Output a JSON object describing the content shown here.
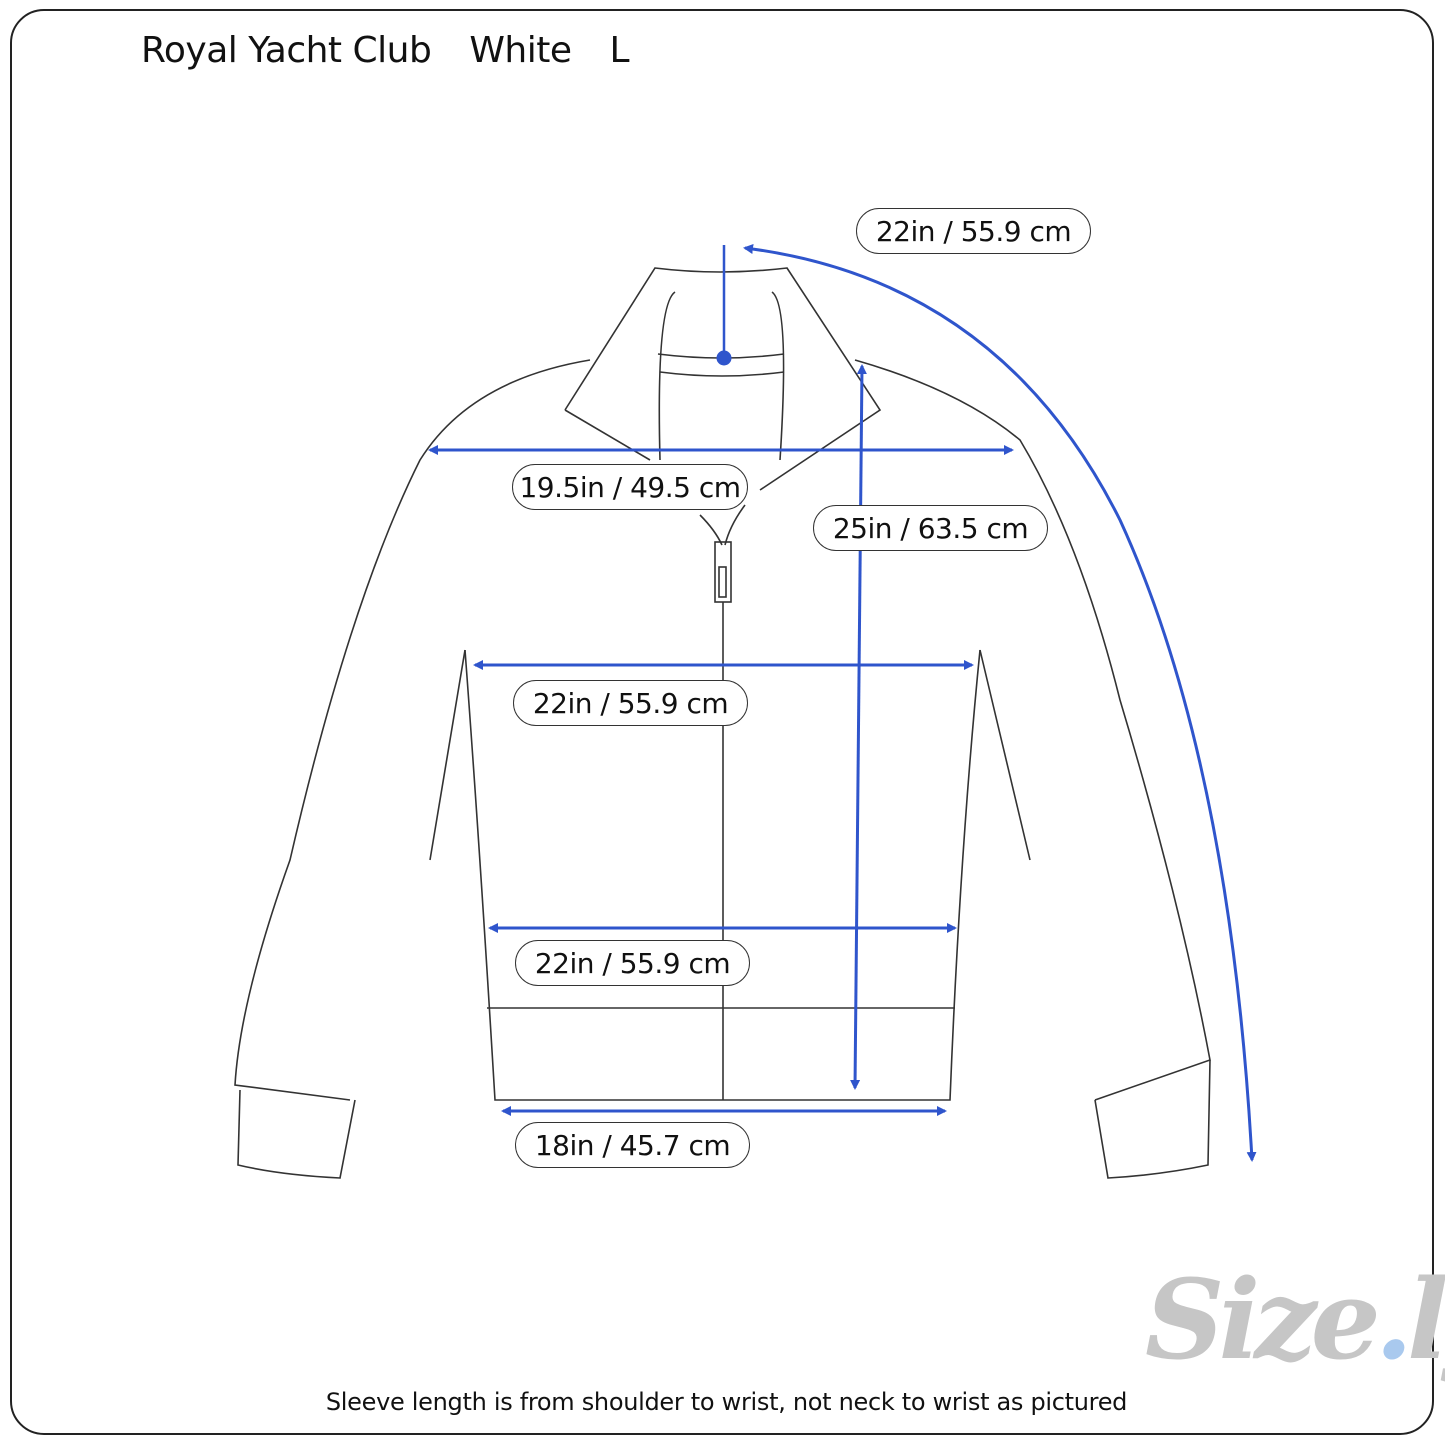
{
  "header": {
    "brand": "Royal Yacht Club",
    "color": "White",
    "size": "L"
  },
  "measurements": {
    "sleeve": "22in / 55.9 cm",
    "shoulder": "19.5in / 49.5 cm",
    "length": "25in / 63.5 cm",
    "chest": "22in / 55.9 cm",
    "waist": "22in / 55.9 cm",
    "hem": "18in / 45.7 cm"
  },
  "footer": {
    "note": "Sleeve length is from shoulder to wrist, not neck to wrist as pictured"
  },
  "logo": {
    "text_main": "Size",
    "text_dot": ".",
    "text_end": "ly"
  },
  "colors": {
    "measure_line": "#2f55cc",
    "outline": "#333333",
    "logo_gray": "#c6c6c6",
    "logo_dot": "#a9c9ee"
  }
}
